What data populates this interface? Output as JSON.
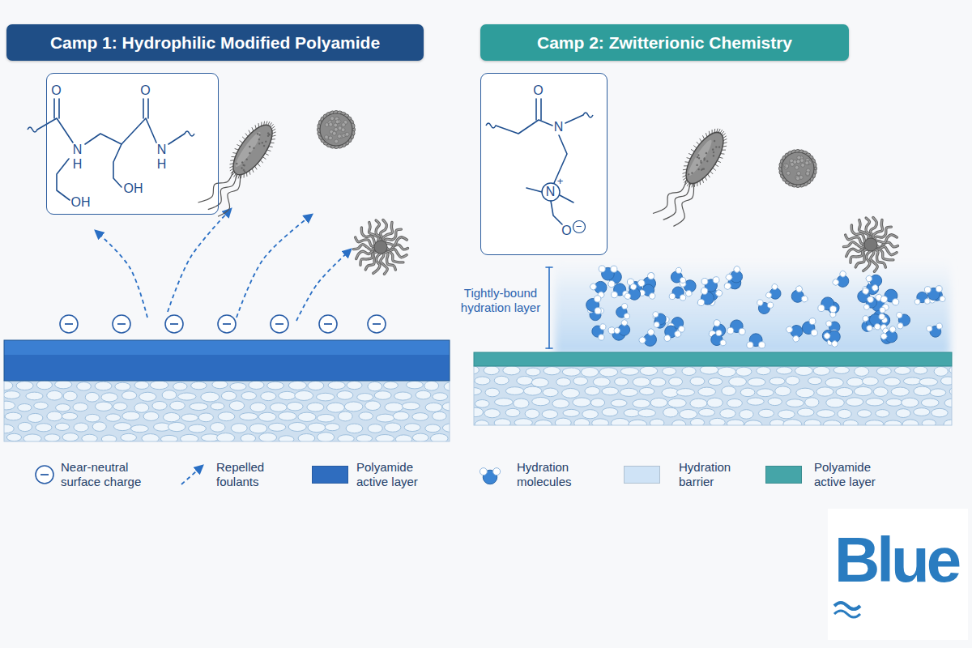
{
  "diagram": {
    "nodes": [
      {
        "text": [
          "Camp 1: Hydrophilic Modified Polyamide"
        ]
      },
      {
        "text": [
          "Camp 2: Zwitterionic Chemistry"
        ]
      },
      {
        "text": [
          "O",
          "N",
          "H",
          "O",
          "N",
          "H",
          "OH",
          "OH"
        ]
      },
      {
        "text": [
          "O",
          "N",
          "N",
          "+",
          "O",
          "−"
        ]
      }
    ],
    "labels": [
      "Tightly-bound hydration layer",
      "Blue"
    ],
    "legend": [
      {
        "text": "Near-neutral surface charge"
      },
      {
        "text": "Repelled foulants"
      },
      {
        "text": "Polyamide active layer",
        "color": "#2f6dbf"
      },
      {
        "text": "Hydration molecules"
      },
      {
        "text": "Hydration barrier",
        "color": "#cfe3f6"
      },
      {
        "text": "Polyamide active layer",
        "color": "#45a5a8"
      }
    ]
  }
}
